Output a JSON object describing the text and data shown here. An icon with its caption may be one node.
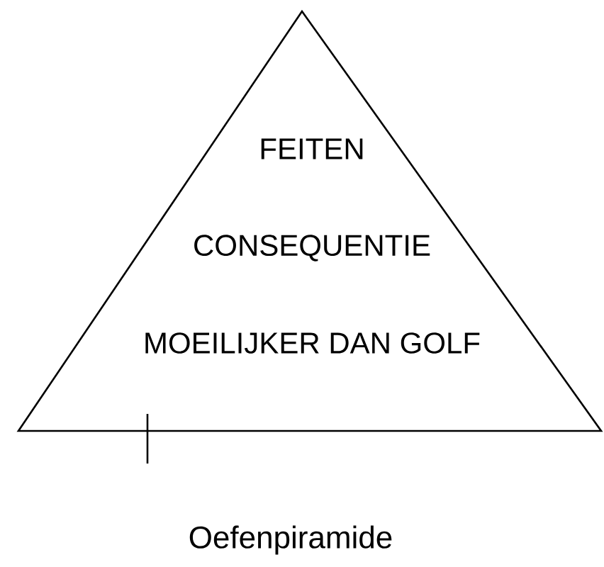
{
  "diagram": {
    "caption": "Oefenpiramide",
    "nodes": [
      {
        "text": [
          "FEITEN",
          "CONSEQUENTIE",
          "MOEILIJKER DAN GOLF"
        ]
      }
    ]
  }
}
